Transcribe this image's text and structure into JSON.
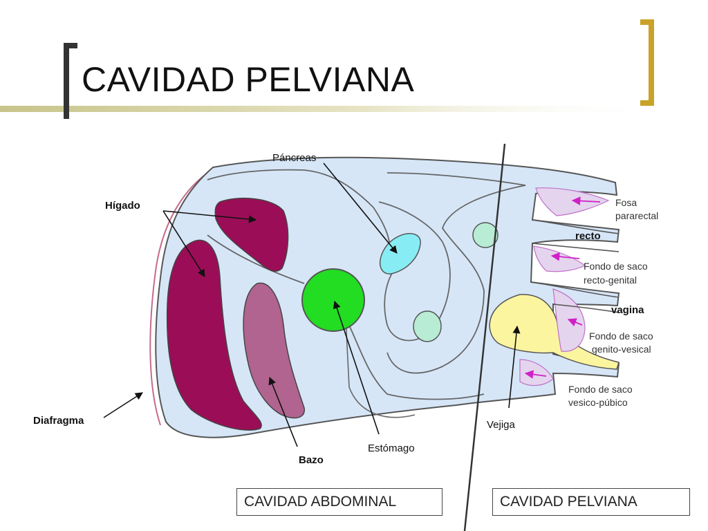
{
  "slide": {
    "title": "CAVIDAD PELVIANA",
    "accent_color": "#c9a227",
    "bracket_color": "#333333"
  },
  "diagram": {
    "colors": {
      "cavity_fill": "#d6e6f7",
      "liver": "#9b0e57",
      "spleen": "#b0648f",
      "stomach": "#22dd22",
      "pancreas": "#88ecf4",
      "intestine_small": "#b8ecd4",
      "bladder": "#fbf5a0",
      "pelvic_fossa": "#e4d4ee",
      "arrow_pink": "#d020c8",
      "outline": "#555555"
    },
    "labels": {
      "pancreas": "Páncreas",
      "liver": "Hígado",
      "diaphragm": "Diafragma",
      "spleen": "Bazo",
      "stomach": "Estómago",
      "bladder": "Vejiga",
      "pararectal_fossa_line1": "Fosa",
      "pararectal_fossa_line2": "pararectal",
      "rectum": "recto",
      "rectogenital_line1": "Fondo de saco",
      "rectogenital_line2": "recto-genital",
      "vagina": "vagina",
      "genitovesical_line1": "Fondo de saco",
      "genitovesical_line2": "genito-vesical",
      "vesicopubic_line1": "Fondo de saco",
      "vesicopubic_line2": "vesico-púbico"
    },
    "region_boxes": {
      "abdominal": "CAVIDAD ABDOMINAL",
      "pelvic": "CAVIDAD PELVIANA"
    }
  }
}
